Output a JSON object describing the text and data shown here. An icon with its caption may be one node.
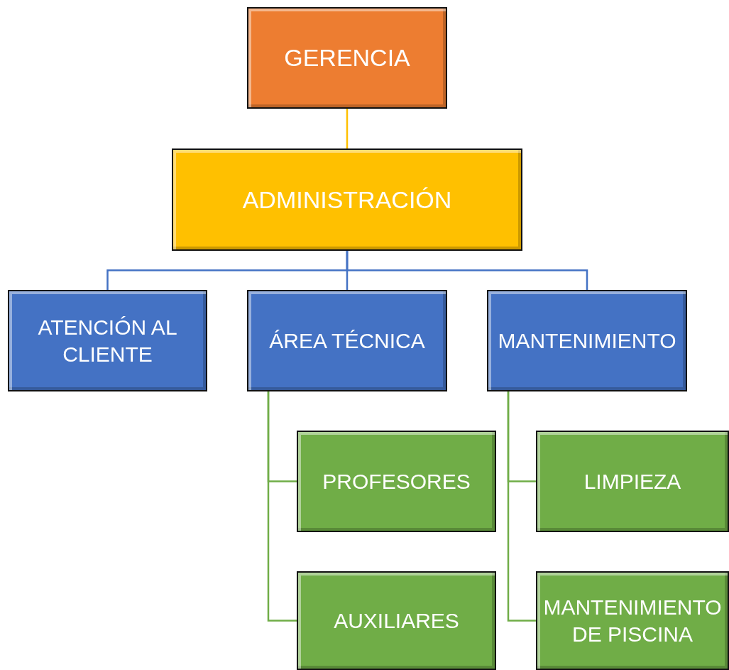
{
  "diagram": {
    "nodes": [
      {
        "text": [
          "GERENCIA"
        ]
      },
      {
        "text": [
          "ADMINISTRACIÓN"
        ]
      },
      {
        "text": [
          "ATENCIÓN AL CLIENTE"
        ]
      },
      {
        "text": [
          "ÁREA TÉCNICA"
        ]
      },
      {
        "text": [
          "MANTENIMIENTO"
        ]
      },
      {
        "text": [
          "PROFESORES"
        ]
      },
      {
        "text": [
          "AUXILIARES"
        ]
      },
      {
        "text": [
          "LIMPIEZA"
        ]
      },
      {
        "text": [
          "MANTENIMIENTO DE PISCINA"
        ]
      }
    ],
    "edges": [
      {
        "from": 0,
        "to": 1,
        "arrow": "none",
        "color": "#ffc000"
      },
      {
        "from": 1,
        "to": 2,
        "arrow": "none",
        "color": "#4472c4"
      },
      {
        "from": 1,
        "to": 3,
        "arrow": "none",
        "color": "#4472c4"
      },
      {
        "from": 1,
        "to": 4,
        "arrow": "none",
        "color": "#4472c4"
      },
      {
        "from": 3,
        "to": 5,
        "arrow": "none"
      },
      {
        "from": 3,
        "to": 6,
        "arrow": "none"
      },
      {
        "from": 4,
        "to": 7,
        "arrow": "none"
      },
      {
        "from": 4,
        "to": 8,
        "arrow": "none"
      }
    ]
  }
}
